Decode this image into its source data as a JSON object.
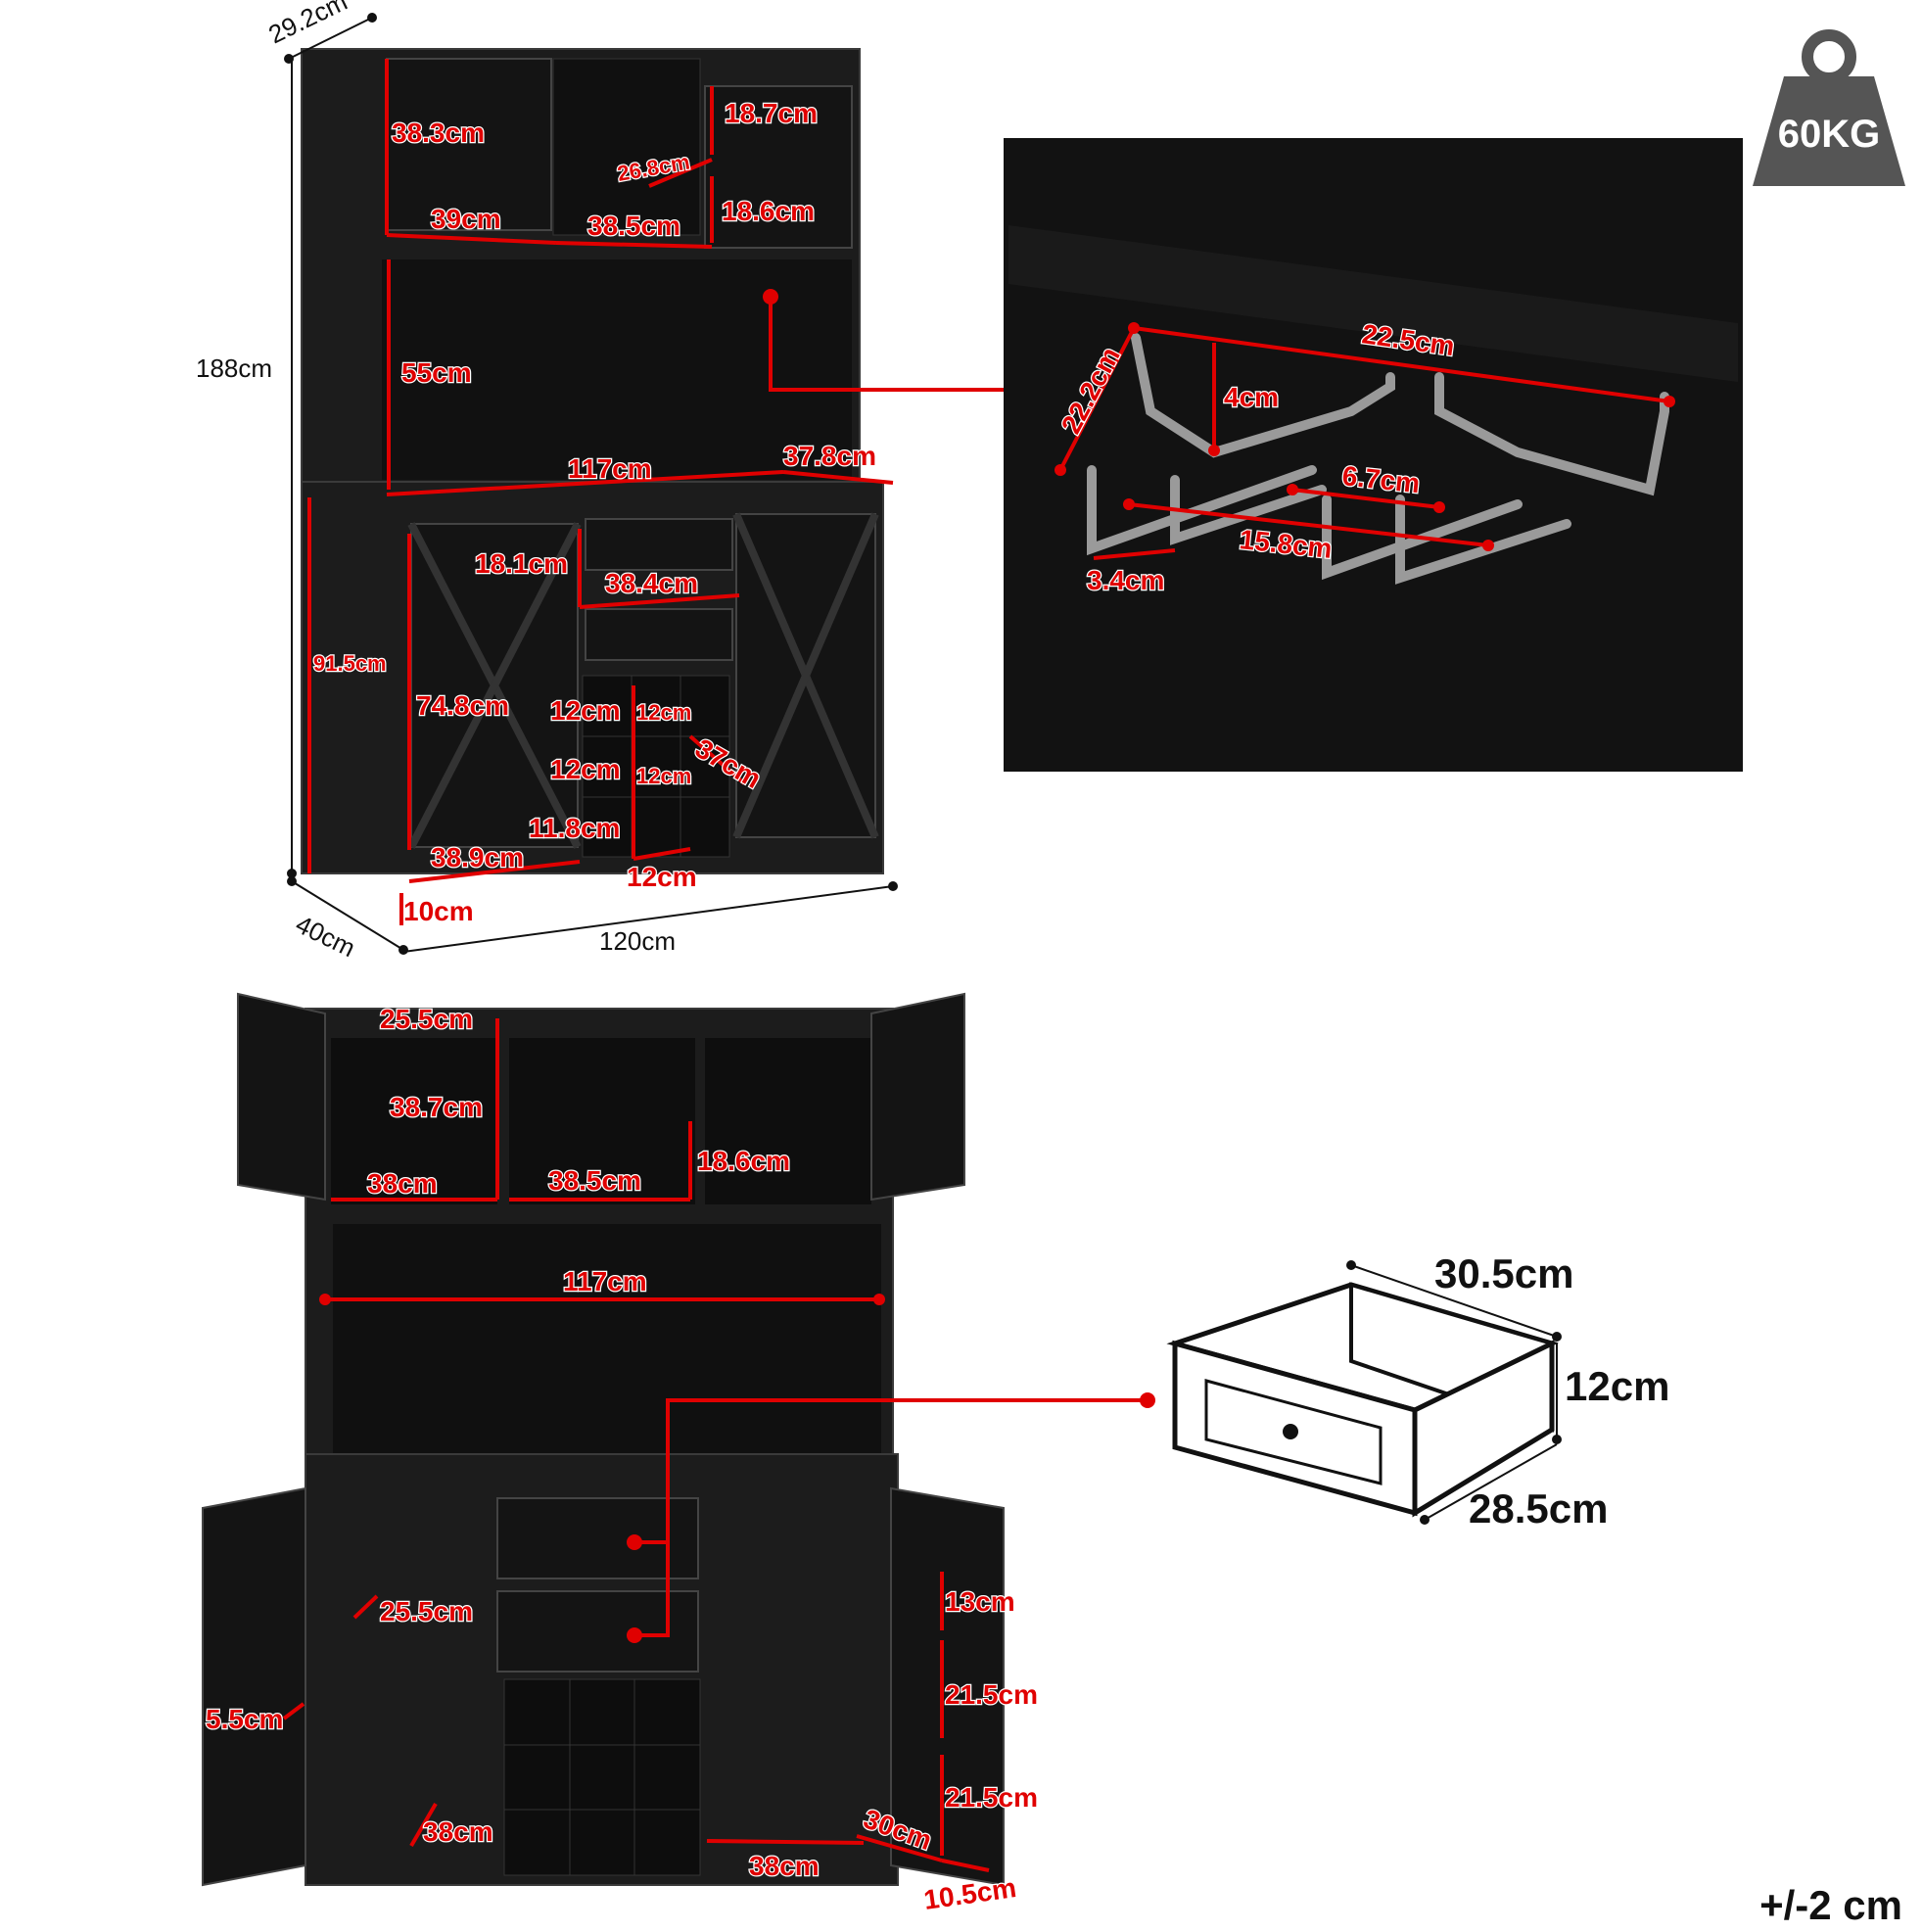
{
  "badge": {
    "weight": "60KG"
  },
  "tolerance": "+/-2 cm",
  "overall": {
    "depth_top": "29.2cm",
    "height": "188cm",
    "depth": "40cm",
    "width": "120cm"
  },
  "top_view": {
    "labels": {
      "upper_door_h": "38.3cm",
      "upper_right_shelf_h": "18.7cm",
      "mid_shelf_w": "26.8cm",
      "right_lower_shelf_h": "18.6cm",
      "upper_left_w": "39cm",
      "center_w": "38.5cm",
      "open_h": "55cm",
      "counter_w": "117cm",
      "counter_d": "37.8cm",
      "base_h": "91.5cm",
      "side_drawer_h": "18.1cm",
      "drawer_w": "38.4cm",
      "door_h": "74.8cm",
      "wine_h1": "12cm",
      "wine_w1": "12cm",
      "wine_h2": "12cm",
      "wine_w2": "12cm",
      "wine_d": "37cm",
      "wine_h3": "11.8cm",
      "base_door_w": "38.9cm",
      "wine_w3": "12cm",
      "plinth_h": "10cm"
    }
  },
  "rack_view": {
    "labels": {
      "length": "22.5cm",
      "width": "22.2cm",
      "height": "4cm",
      "gap": "6.7cm",
      "inner": "15.8cm",
      "slot": "3.4cm"
    }
  },
  "open_view": {
    "labels": {
      "top_depth": "25.5cm",
      "upper_h": "38.7cm",
      "upper_w": "38cm",
      "center_w": "38.5cm",
      "shelf_h": "18.6cm",
      "counter_w": "117cm",
      "left_depth": "25.5cm",
      "door_rack_d": "5.5cm",
      "lower_left_w": "38cm",
      "lower_right_w": "38cm",
      "rack_top": "13cm",
      "rack_mid": "21.5cm",
      "rack_bot": "21.5cm",
      "lower_depth": "30cm",
      "door_shelf_w": "10.5cm"
    }
  },
  "drawer_view": {
    "labels": {
      "depth": "30.5cm",
      "height": "12cm",
      "width": "28.5cm"
    }
  }
}
